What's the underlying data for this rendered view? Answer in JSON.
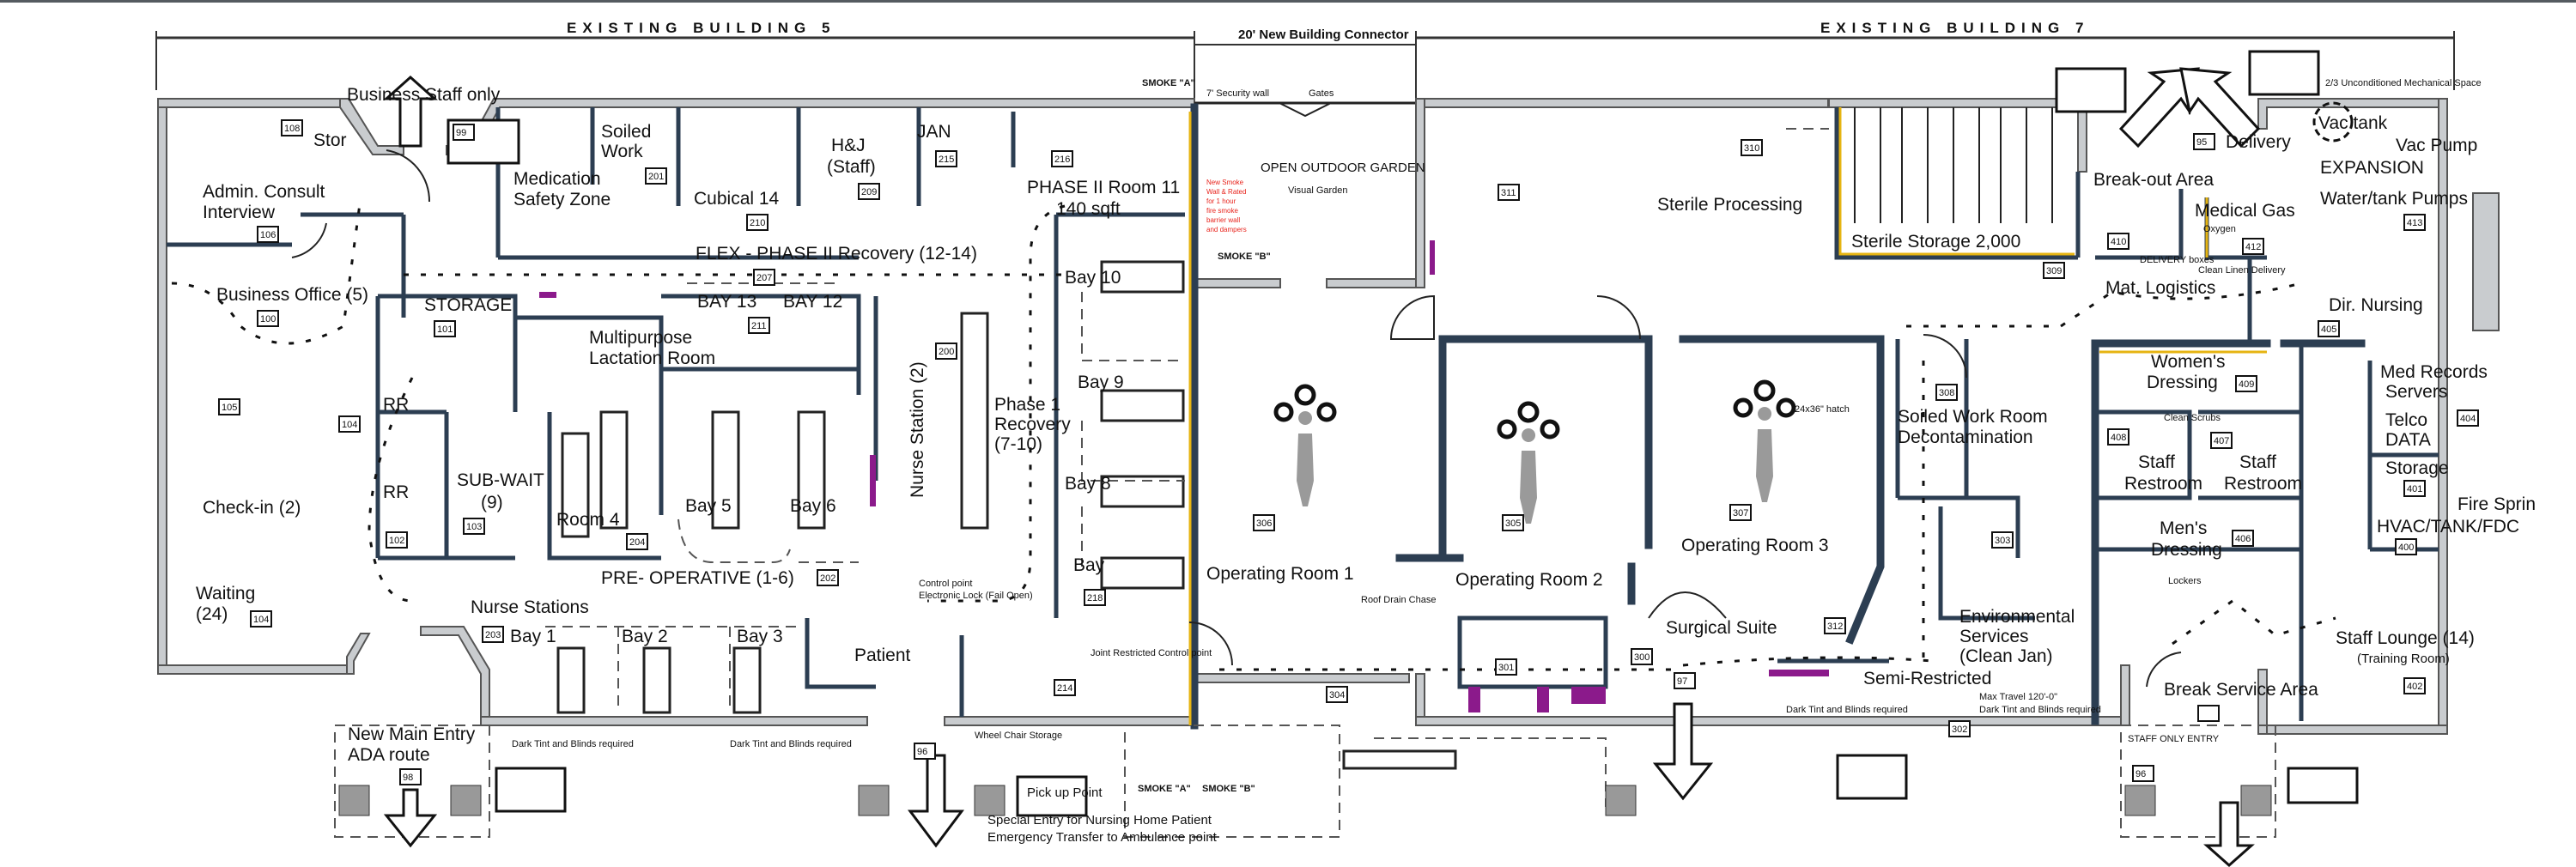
{
  "header": {
    "building_5": "EXISTING  BUILDING 5",
    "connector": "20' New Building Connector",
    "building_7": "EXISTING  BUILDING 7",
    "mech_space": "2/3 Unconditioned Mechanical Space"
  },
  "rooms": {
    "business_staff_only": "Business Staff only",
    "stor": "Stor",
    "admin_consult": "Admin. Consult",
    "interview": "Interview",
    "medication": "Medication",
    "safety_zone": "Safety Zone",
    "soiled": "Soiled",
    "work": "Work",
    "cubical_14": "Cubical 14",
    "hj": "H&J",
    "staff": "(Staff)",
    "jan": "JAN",
    "phase2_room11": "PHASE II Room 11",
    "sqft": "140 sqft",
    "garden": "OPEN OUTDOOR GARDEN",
    "visual_garden": "Visual Garden",
    "flex_recovery": "FLEX - PHASE II Recovery (12-14)",
    "business_office": "Business Office (5)",
    "storage_left": "STORAGE",
    "bay13": "BAY 13",
    "bay12": "BAY 12",
    "multipurpose": "Multipurpose",
    "lactation": "Lactation Room",
    "nurse_station": "Nurse Station (2)",
    "phase1": "Phase 1",
    "recovery": "Recovery",
    "recovery_range": "(7-10)",
    "bay10": "Bay 10",
    "bay9": "Bay 9",
    "bay8": "Bay 8",
    "bay7": "Bay",
    "rr": "RR",
    "sub_wait": "SUB-WAIT",
    "sub_wait_count": "(9)",
    "room4": "Room 4",
    "bay5": "Bay 5",
    "bay6": "Bay 6",
    "checkin": "Check-in (2)",
    "pre_op": "PRE- OPERATIVE (1-6)",
    "waiting": "Waiting",
    "waiting_count": "(24)",
    "nurse_stations": "Nurse Stations",
    "bay1": "Bay 1",
    "bay2": "Bay 2",
    "bay3": "Bay 3",
    "patient": "Patient",
    "main_entry": "New Main Entry",
    "ada_route": "ADA route",
    "or1": "Operating Room 1",
    "or2": "Operating Room 2",
    "or3": "Operating Room 3",
    "hatch": "24x36\" hatch",
    "surgical_suite": "Surgical Suite",
    "sterile_processing": "Sterile Processing",
    "sterile_storage": "Sterile Storage  2,000",
    "breakout": "Break-out Area",
    "delivery": "Delivery",
    "medical_gas": "Medical Gas",
    "oxygen": "Oxygen",
    "expansion": "EXPANSION",
    "water_pumps": "Water/tank Pumps",
    "vac_tank": "Vac tank",
    "vac_pump": "Vac Pump",
    "mat_logistics": "Mat. Logistics",
    "clean_linen": "Clean Linen Delivery",
    "delivery_boxes": "DELIVERY boxes",
    "dir_nursing": "Dir. Nursing",
    "womens": "Women's",
    "dressing": "Dressing",
    "med_records": "Med Records",
    "servers": "Servers",
    "telco": "Telco",
    "data": "DATA",
    "storage_right": "Storage",
    "fire_sprinkler": "Fire Sprin",
    "hvac_fdc": "HVAC/TANK/FDC",
    "soiled_work_room": "Soiled Work Room",
    "decontamination": "Decontamination",
    "staff_restroom": "Staff",
    "restroom": "Restroom",
    "mens": "Men's",
    "env_services": "Environmental",
    "services": "Services",
    "clean_jan": "(Clean Jan)",
    "semi_restricted": "Semi-Restricted",
    "staff_lounge": "Staff Lounge (14)",
    "training_room": "(Training Room)",
    "break_service": "Break Service Area",
    "special_entry_1": "Special Entry for  Nursing Home Patient",
    "special_entry_2": "Emergency Transfer to Ambulance point",
    "pickup": "Pick up Point",
    "smoke_a_top": "SMOKE \"A\"",
    "smoke_b_top": "SMOKE \"B\"",
    "smoke_a_bot": "SMOKE \"A\"",
    "smoke_b_bot": "SMOKE \"B\"",
    "security_wall": "7' Security wall",
    "gates": "Gates",
    "roof_drain": "Roof Drain Chase",
    "dark_tint_1": "Dark Tint and Blinds required",
    "dark_tint_2": "Dark Tint and Blinds required",
    "dark_tint_3": "Dark Tint and Blinds required",
    "dark_tint_4": "Dark Tint and Blinds required",
    "max_travel_1": "Max Travel 120'-0\"",
    "control_point": "Control point",
    "electronic_lock": "Electronic Lock (Fail Open)",
    "joint_restricted": "Joint Restricted Control point",
    "lockers": "Lockers",
    "clean_scrubs": "Clean Scrubs",
    "staff_only_entry": "STAFF ONLY ENTRY",
    "waiting_chairs": "Wheel Chair Storage"
  },
  "room_numbers": {
    "r100": "100",
    "r101": "101",
    "r102": "102",
    "r103": "103",
    "r104": "104",
    "r105": "105",
    "r106": "106",
    "r108": "108",
    "r200": "200",
    "r201": "201",
    "r202": "202",
    "r203": "203",
    "r204": "204",
    "r207": "207",
    "r209": "209",
    "r210": "210",
    "r211": "211",
    "r214": "214",
    "r215": "215",
    "r216": "216",
    "r218": "218",
    "r300": "300",
    "r301": "301",
    "r302": "302",
    "r303": "303",
    "r304": "304",
    "r305": "305",
    "r306": "306",
    "r307": "307",
    "r308": "308",
    "r309": "309",
    "r310": "310",
    "r311": "311",
    "r312": "312",
    "r400": "400",
    "r401": "401",
    "r402": "402",
    "r404": "404",
    "r405": "405",
    "r406": "406",
    "r407": "407",
    "r408": "408",
    "r409": "409",
    "r410": "410",
    "r412": "412",
    "r413": "413",
    "r95": "95",
    "r96": "96",
    "r97": "97",
    "r98": "98",
    "r99": "99"
  },
  "colors": {
    "wall": "#2c3e52",
    "exterior": "#c9cccf",
    "smoke_line": "#e6b412",
    "purple_accent": "#8b1a8b",
    "note_red": "#e8231c"
  }
}
